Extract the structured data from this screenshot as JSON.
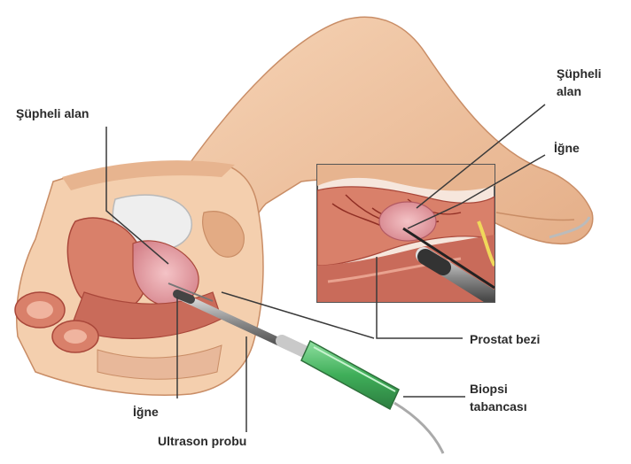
{
  "labels": {
    "suspicious_area_left": "Şüpheli alan",
    "suspicious_area_right_line1": "Şüpheli",
    "suspicious_area_right_line2": "alan",
    "needle_right": "İğne",
    "prostate_gland": "Prostat bezi",
    "biopsy_gun_line1": "Biopsi",
    "biopsy_gun_line2": "tabancası",
    "needle_bottom": "İğne",
    "ultrasound_probe": "Ultrason probu"
  },
  "colors": {
    "skin": "#f1c6a0",
    "skin_shadow": "#d99f78",
    "tissue": "#d98067",
    "tissue_dark": "#b24d3e",
    "prostate": "#e6a0a8",
    "inset_border": "#555555",
    "probe_green": "#4fbf6a",
    "probe_metal": "#9a9a9a",
    "leader_line": "#3a3a3a"
  }
}
